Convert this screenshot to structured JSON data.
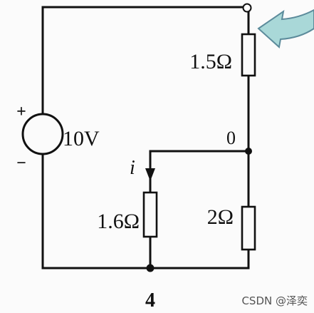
{
  "circuit": {
    "source_voltage": "10V",
    "source_plus": "+",
    "source_minus": "−",
    "r_top": "1.5Ω",
    "r_left_bottom": "1.6Ω",
    "r_right_bottom": "2Ω",
    "current_label": "i",
    "node_label": "0",
    "figure_number": "4"
  },
  "watermark": "CSDN @泽奕",
  "colors": {
    "ink": "#111111",
    "background": "#fbfbfb",
    "arrow_fill": "#a9d8d8",
    "arrow_stroke": "#5c8b9b",
    "watermark": "#555555"
  }
}
